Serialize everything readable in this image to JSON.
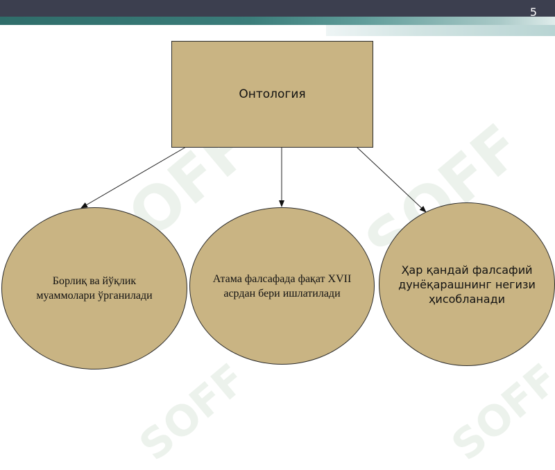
{
  "slide": {
    "page_number": "5"
  },
  "diagram": {
    "root_label": "Онтология",
    "children": [
      {
        "label": "Борлиқ ва йўқлик муаммолари ўрганилади"
      },
      {
        "label": "Атама фалсафада фақат XVII асрдан бери ишлатилади"
      },
      {
        "label": "Ҳар қандай фалсафий дунёқарашнинг негизи ҳисобланади"
      }
    ]
  },
  "watermark": {
    "text": "SOFF"
  },
  "colors": {
    "node_fill": "#c9b483",
    "top_bar": "#3c3f4f",
    "accent_stripe": "#2f6d6a"
  }
}
